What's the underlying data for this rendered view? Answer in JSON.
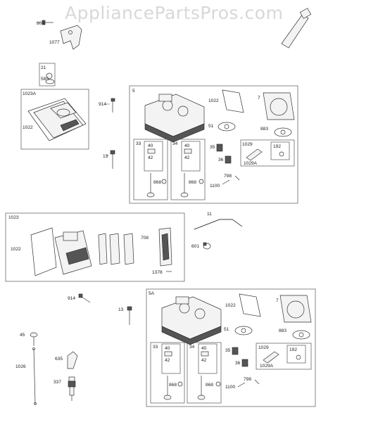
{
  "watermark": "AppliancePartsPros.com",
  "labels": {
    "p806": "806",
    "p1077": "1077",
    "p21": "21",
    "p580": "580",
    "p1023A": "1023A",
    "p1022a": "1022",
    "p914a": "914",
    "p13a": "13",
    "p5": "5",
    "p1022b": "1022",
    "p7a": "7",
    "p51a": "51",
    "p883a": "883",
    "p33a": "33",
    "p40a": "40",
    "p42a": "42",
    "p868a": "868",
    "p34a": "34",
    "p40b": "40",
    "p42b": "42",
    "p868b": "868",
    "p35a": "35",
    "p36a": "36",
    "p1029a": "1029",
    "p192a": "192",
    "p1029Aa": "1029A",
    "p798a": "798",
    "p1100a": "1100",
    "p1023": "1023",
    "p1022c": "1022",
    "p708": "708",
    "p1378": "1378",
    "p11": "11",
    "p601": "601",
    "p914b": "914",
    "p13b": "13",
    "p5A": "5A",
    "p1022d": "1022",
    "p7b": "7",
    "p51b": "51",
    "p883b": "883",
    "p33b": "33",
    "p40c": "40",
    "p42c": "42",
    "p868c": "868",
    "p34b": "34",
    "p40d": "40",
    "p42d": "42",
    "p868d": "868",
    "p35b": "35",
    "p36b": "36",
    "p1029b": "1029",
    "p192b": "192",
    "p1029Ab": "1029A",
    "p798b": "798",
    "p1100b": "1100",
    "p45": "45",
    "p1026": "1026",
    "p635": "635",
    "p337": "337"
  }
}
